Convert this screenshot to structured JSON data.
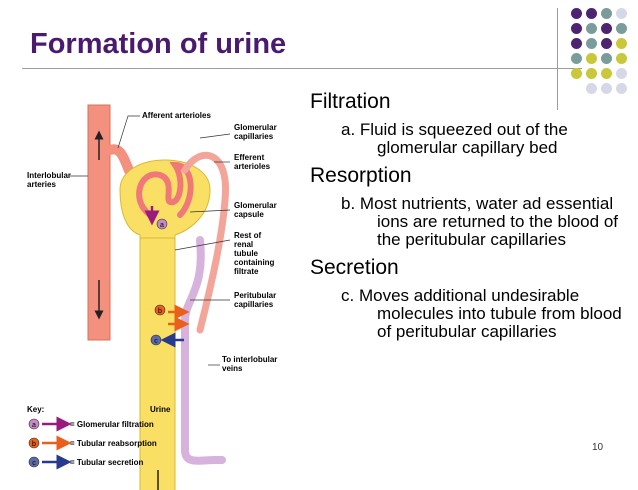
{
  "title": "Formation of urine",
  "page_number": "10",
  "sections": [
    {
      "heading": "Filtration",
      "marker": "a.  ",
      "text": "Fluid is squeezed out of the glomerular capillary bed"
    },
    {
      "heading": "Resorption",
      "marker": "b.  ",
      "text": "Most nutrients, water ad essential ions are returned to the blood of the peritubular capillaries"
    },
    {
      "heading": "Secretion",
      "marker": "c.  ",
      "text": "Moves additional undesirable molecules into tubule from blood of peritubular capillaries"
    }
  ],
  "labels": {
    "afferent": "Afferent arterioles",
    "glomerular_cap": [
      "Glomerular",
      "capillaries"
    ],
    "efferent": [
      "Efferent",
      "arterioles"
    ],
    "interlobular": [
      "Interlobular",
      "arteries"
    ],
    "capsule": [
      "Glomerular",
      "capsule"
    ],
    "tubule": [
      "Rest of",
      "renal",
      "tubule",
      "containing",
      "filtrate"
    ],
    "peritubular": [
      "Peritubular",
      "capillaries"
    ],
    "veins": [
      "To interlobular",
      "veins"
    ],
    "urine": "Urine"
  },
  "key_title": "Key:",
  "key": [
    {
      "letter": "a",
      "label": "= Glomerular filtration",
      "color": "#9b1a7e"
    },
    {
      "letter": "b",
      "label": "= Tubular reabsorption",
      "color": "#e8601c"
    },
    {
      "letter": "c",
      "label": "= Tubular secretion",
      "color": "#283a8e"
    }
  ],
  "colors": {
    "title": "#4a1a6e",
    "artery": "#f4907e",
    "tubule": "#f9e064",
    "peritubular": "#d6b2dc"
  }
}
